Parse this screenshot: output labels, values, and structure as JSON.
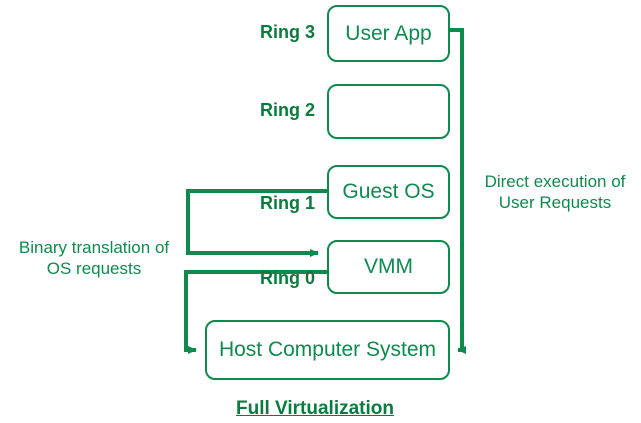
{
  "diagram": {
    "title": "Full Virtualization",
    "accent_color": "#0e8a4e",
    "label_color": "#0a7a3e",
    "background_color": "#ffffff",
    "rings": [
      {
        "label": "Ring 3",
        "box_label": "User App"
      },
      {
        "label": "Ring 2",
        "box_label": ""
      },
      {
        "label": "Ring 1",
        "box_label": "Guest OS"
      },
      {
        "label": "Ring 0",
        "box_label": "VMM"
      }
    ],
    "host": {
      "label": "Host Computer System"
    },
    "annotations": {
      "left": "Binary translation of OS requests",
      "left_line1": "Binary translation of",
      "left_line2": "OS requests",
      "right": "Direct execution of User Requests",
      "right_line1": "Direct execution of",
      "right_line2": "User Requests"
    }
  }
}
